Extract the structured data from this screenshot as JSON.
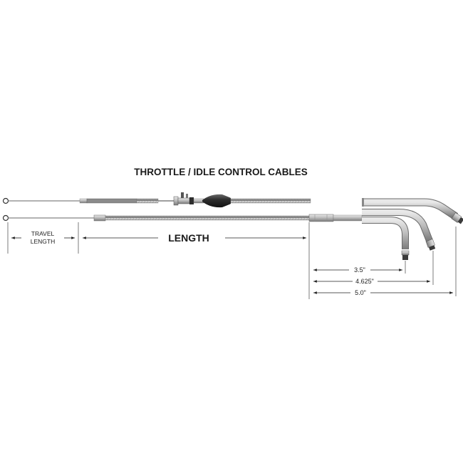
{
  "title": "THROTTLE / IDLE CONTROL CABLES",
  "labels": {
    "travel_line1": "TRAVEL",
    "travel_line2": "LENGTH",
    "length": "LENGTH"
  },
  "dimensions": [
    {
      "name": "dim-3-5",
      "text": "3.5\""
    },
    {
      "name": "dim-4-625",
      "text": "4.625\""
    },
    {
      "name": "dim-5-0",
      "text": "5.0\""
    }
  ],
  "colors": {
    "background": "#ffffff",
    "ink": "#1a1a1a",
    "steel": "#9a9a9a",
    "rubber": "#2b2b2b"
  }
}
